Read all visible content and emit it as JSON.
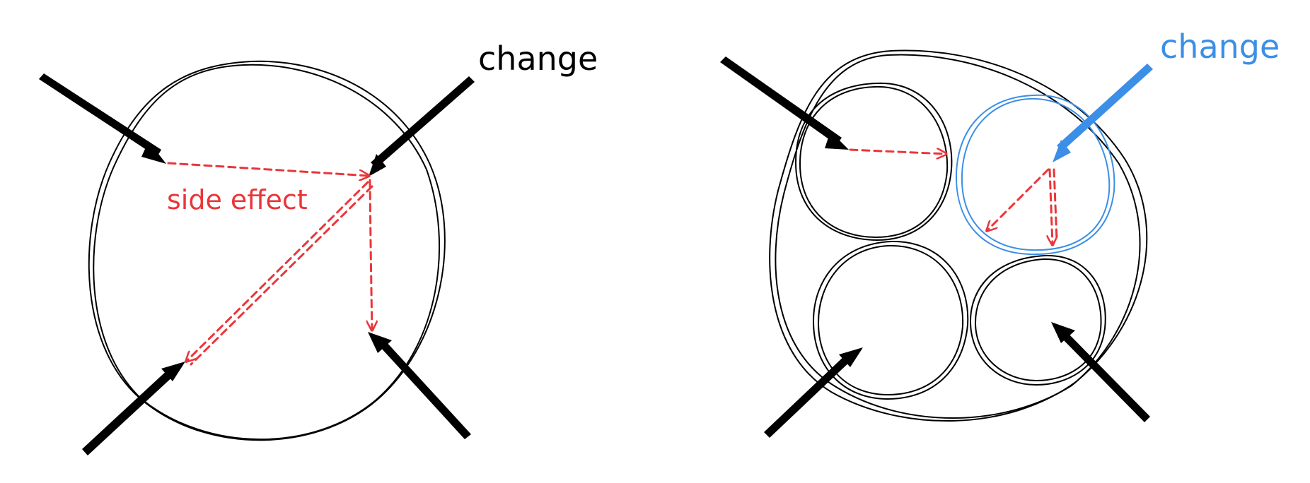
{
  "left_diagram": {
    "change_label": "change",
    "side_effect_label": "side effect"
  },
  "right_diagram": {
    "change_label": "change"
  },
  "colors": {
    "ink": "#000000",
    "side_effect": "#e9363a",
    "highlight": "#3b8fe6"
  }
}
